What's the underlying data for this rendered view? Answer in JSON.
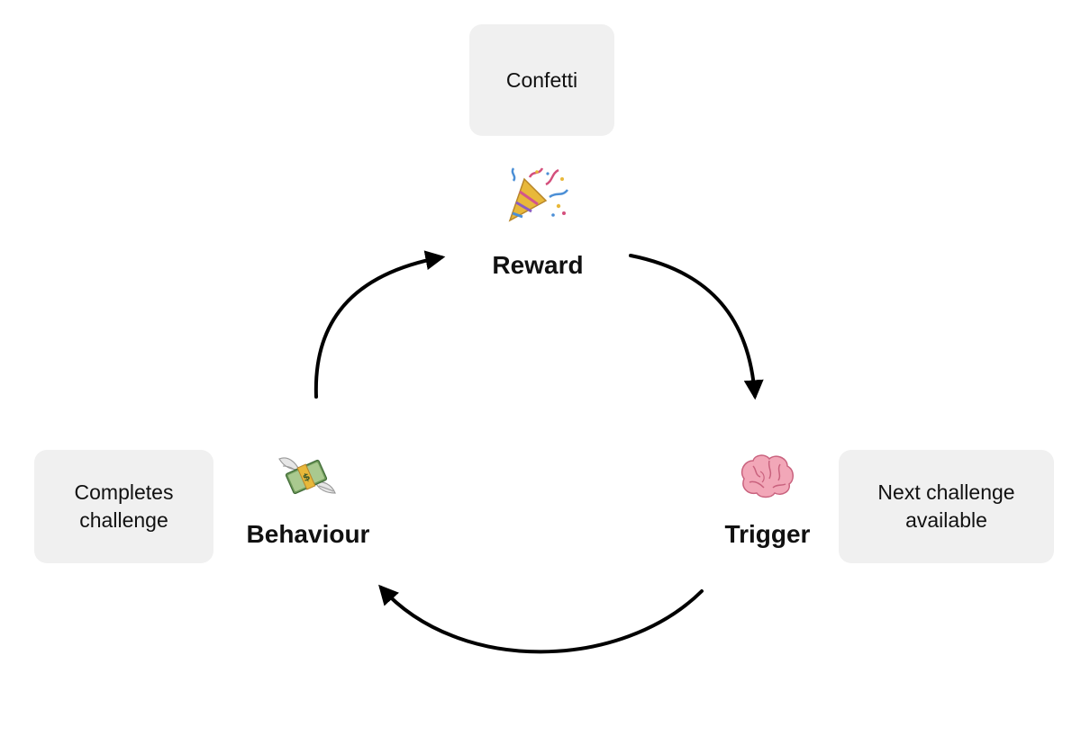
{
  "nodes": {
    "reward": {
      "label": "Reward",
      "detail": "Confetti",
      "icon": "party-popper-icon"
    },
    "behaviour": {
      "label": "Behaviour",
      "detail_lines": [
        "Completes",
        "challenge"
      ],
      "icon": "money-with-wings-icon"
    },
    "trigger": {
      "label": "Trigger",
      "detail_lines": [
        "Next challenge",
        "available"
      ],
      "icon": "brain-icon"
    }
  },
  "edges": [
    {
      "from": "behaviour",
      "to": "reward"
    },
    {
      "from": "reward",
      "to": "trigger"
    },
    {
      "from": "trigger",
      "to": "behaviour"
    }
  ],
  "colors": {
    "box_fill": "#f0f0f0",
    "arrow": "#000000",
    "text": "#111111"
  }
}
